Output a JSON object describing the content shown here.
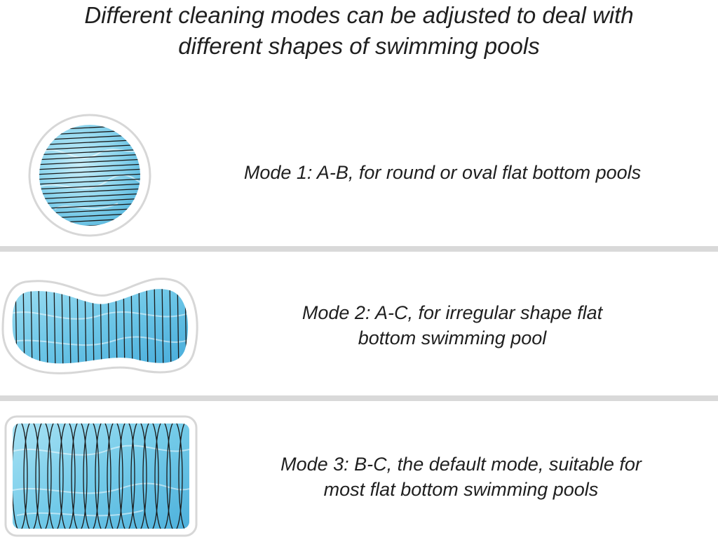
{
  "headline": {
    "line1": "Different cleaning modes can be adjusted to deal with",
    "line2": "different shapes of swimming pools"
  },
  "modes": [
    {
      "pool_shape": "round",
      "path_pattern": "parallel-horizontal-lines",
      "caption_lines": [
        "Mode 1: A-B, for round or oval flat bottom pools"
      ]
    },
    {
      "pool_shape": "irregular",
      "path_pattern": "parallel-vertical-lines",
      "caption_lines": [
        "Mode 2: A-C, for irregular shape flat",
        "bottom swimming pool"
      ]
    },
    {
      "pool_shape": "rectangle",
      "path_pattern": "vertical-loops",
      "caption_lines": [
        "Mode 3: B-C, the default mode, suitable for",
        "most flat bottom swimming pools"
      ]
    }
  ],
  "colors": {
    "water_light": "#bfe9f6",
    "water_mid": "#7fd0eb",
    "water_deep": "#4fb4db",
    "path_line": "#1a1a1a",
    "divider": "#d9d9d9"
  }
}
